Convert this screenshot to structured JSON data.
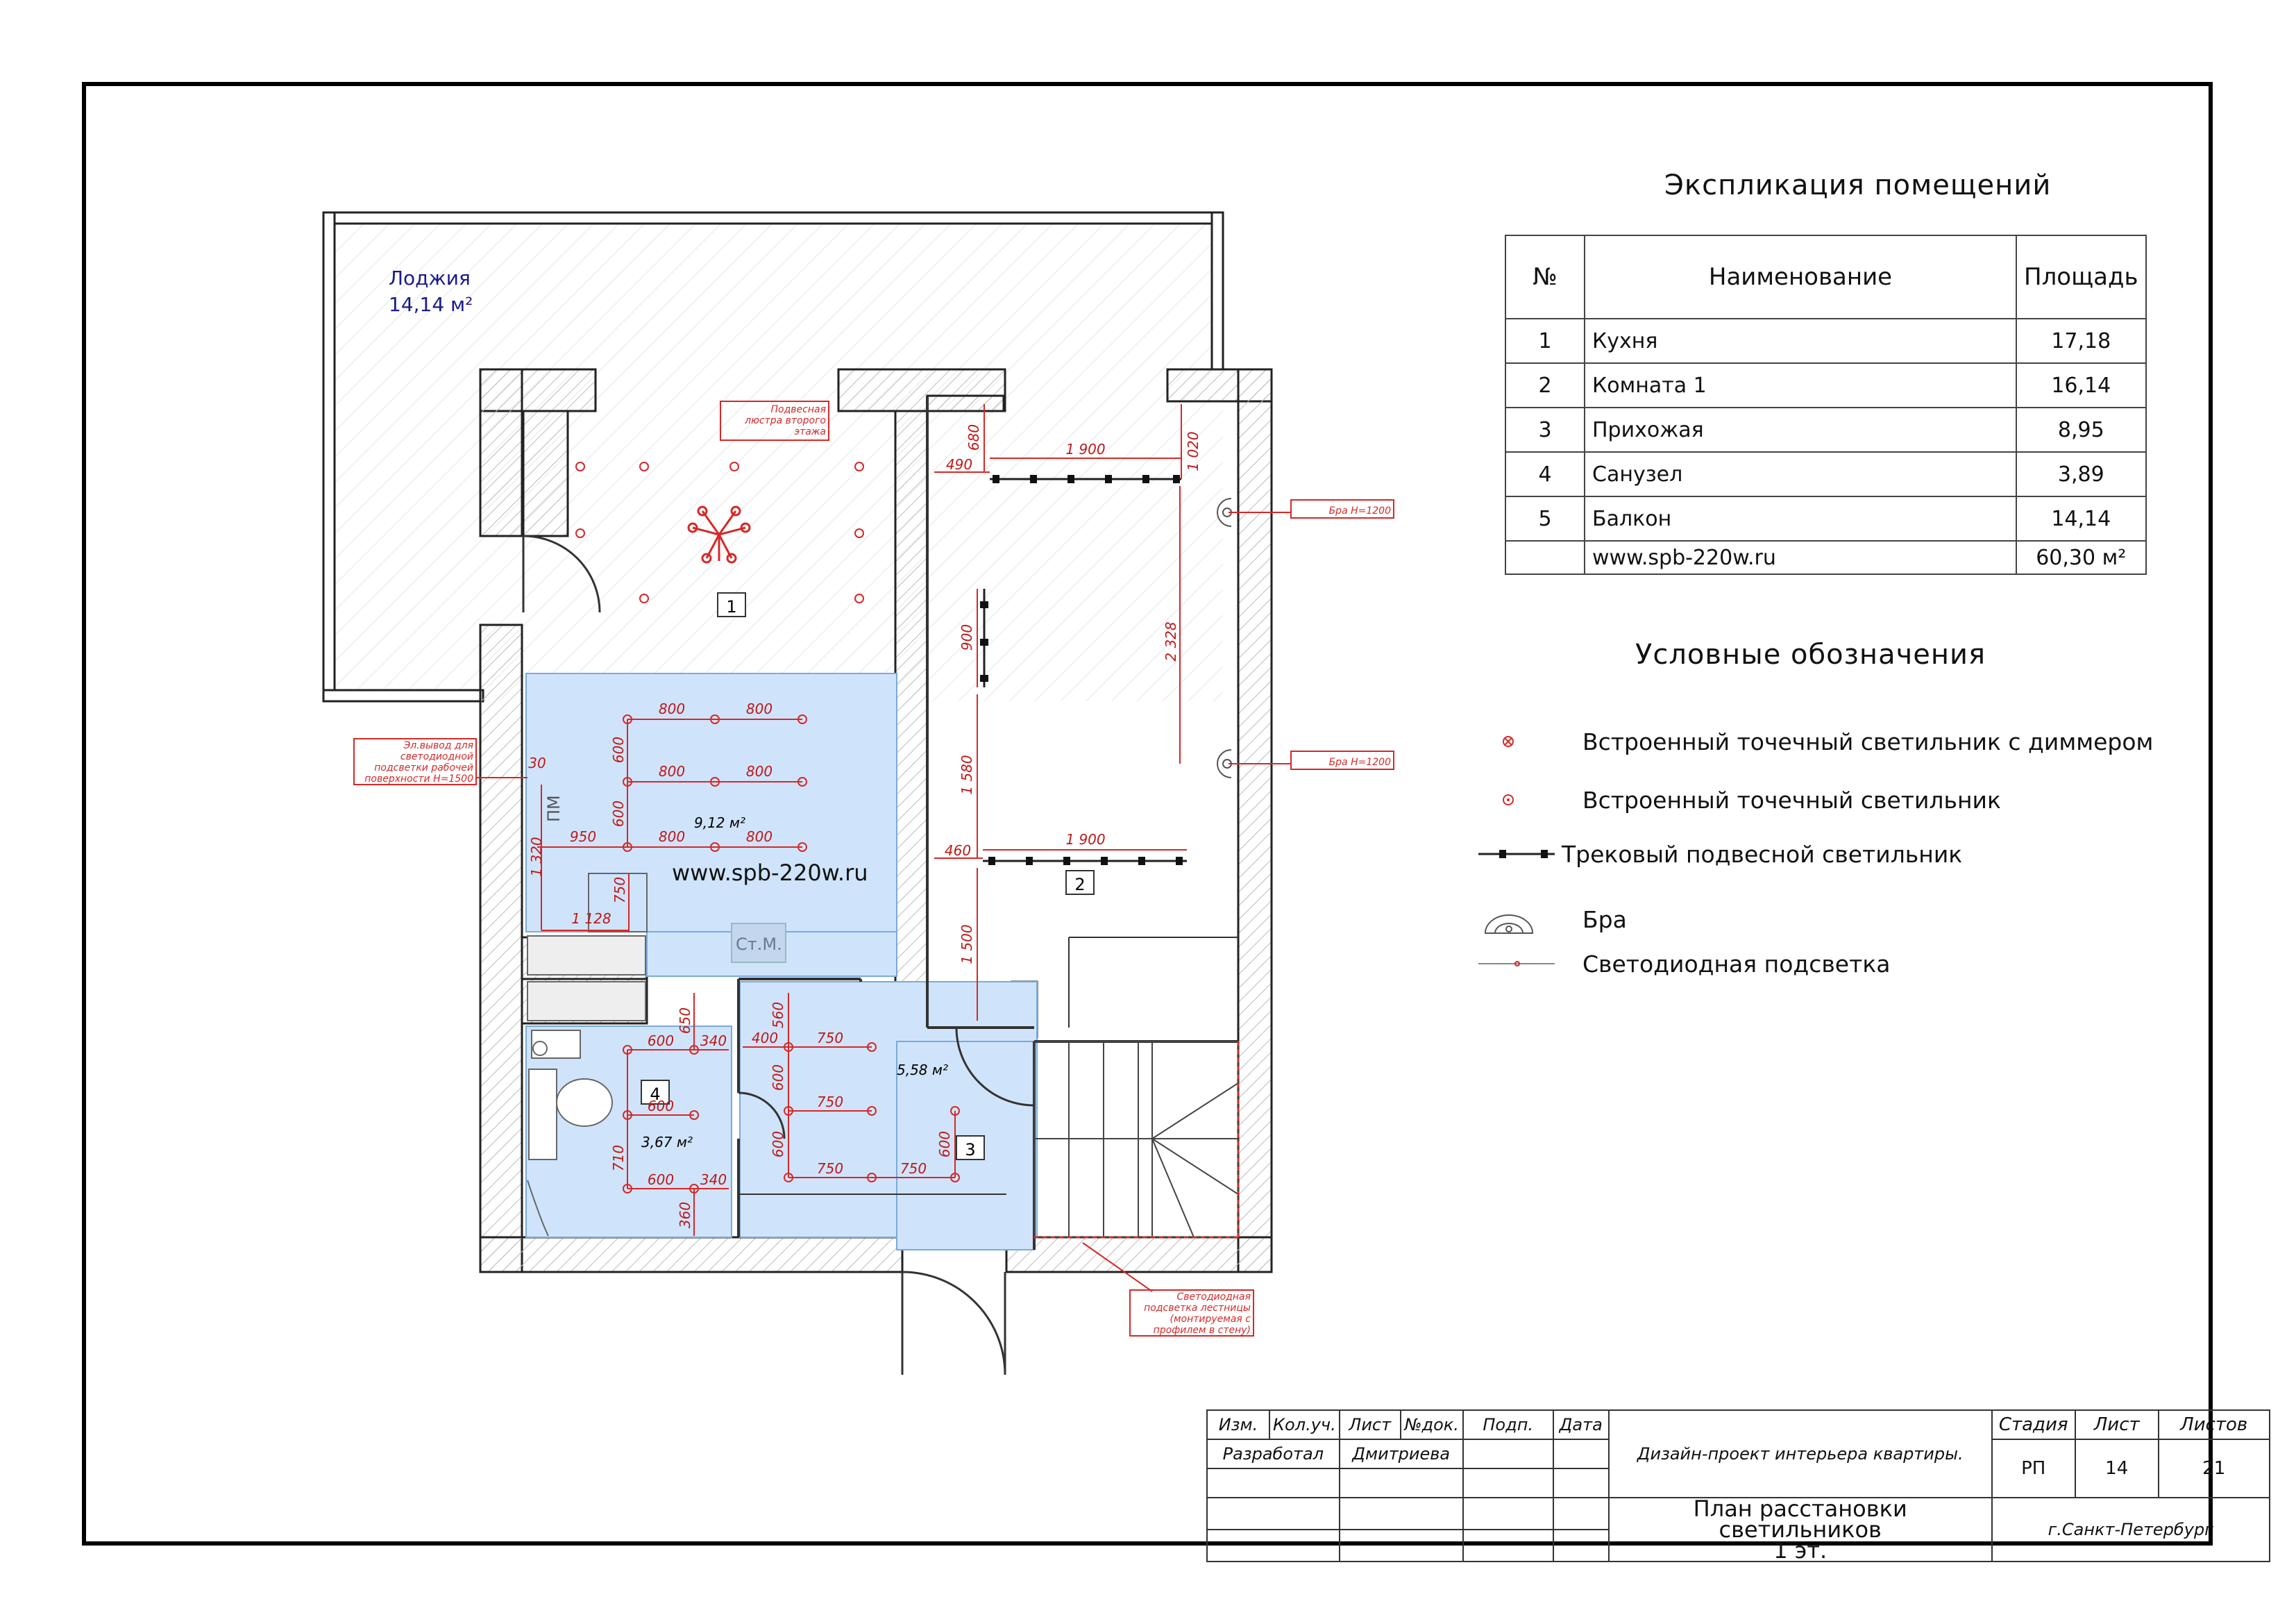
{
  "loggia": {
    "name": "Лоджия",
    "area": "14,14 м²"
  },
  "rooms": {
    "r1": "1",
    "r2": "2",
    "r3": "3",
    "r4": "4",
    "kitchen_area": "9,12 м²",
    "hall_area": "5,58 м²",
    "bath_area": "3,67 м²",
    "pm": "ПМ",
    "stm": "Ст.М.",
    "watermark": "www.spb-220w.ru"
  },
  "annotations": {
    "chandelier": [
      "Подвесная",
      "люстра второго",
      "этажа"
    ],
    "outlet": [
      "Эл.вывод для",
      "светодиодной",
      "подсветки рабочей",
      "поверхности Н=1500"
    ],
    "sconce1": "Бра Н=1200",
    "sconce2": "Бра Н=1200",
    "stairs_led": [
      "Светодиодная",
      "подсветка лестницы",
      "(монтируемая с",
      "профилем в стену)"
    ]
  },
  "dims": {
    "d800a": "800",
    "d800b": "800",
    "d800c": "800",
    "d800d": "800",
    "d800e": "800",
    "d800f": "800",
    "d600a": "600",
    "d600b": "600",
    "d950": "950",
    "d1320": "1 320",
    "d750k": "750",
    "d1128": "1 128",
    "d30": "30",
    "d680": "680",
    "d490": "490",
    "d1900a": "1 900",
    "d1020": "1 020",
    "d900": "900",
    "d2328": "2 328",
    "d1580": "1 580",
    "d460": "460",
    "d1900b": "1 900",
    "d1500": "1 500",
    "d650": "650",
    "d600c": "600",
    "d340a": "340",
    "d600d": "600",
    "d710": "710",
    "d600e": "600",
    "d340b": "340",
    "d360": "360",
    "d560": "560",
    "d400": "400",
    "d750a": "750",
    "d600f": "600",
    "d750b": "750",
    "d600g": "600",
    "d600h": "600",
    "d750c": "750",
    "d750d": "750"
  },
  "explication": {
    "title": "Экспликация помещений",
    "headers": {
      "num": "№",
      "name": "Наименование",
      "area": "Площадь"
    },
    "rows": [
      {
        "num": "1",
        "name": "Кухня",
        "area": "17,18"
      },
      {
        "num": "2",
        "name": "Комната 1",
        "area": "16,14"
      },
      {
        "num": "3",
        "name": "Прихожая",
        "area": "8,95"
      },
      {
        "num": "4",
        "name": "Санузел",
        "area": "3,89"
      },
      {
        "num": "5",
        "name": "Балкон",
        "area": "14,14"
      }
    ],
    "footer": {
      "site": "www.spb-220w.ru",
      "total": "60,30 м²"
    }
  },
  "legend": {
    "title": "Условные обозначения",
    "items": [
      "Встроенный точечный светильник с диммером",
      "Встроенный точечный светильник",
      "Трековый подвесной светильник",
      "Бра",
      "Светодиодная подсветка"
    ]
  },
  "stamp": {
    "h": {
      "izm": "Изм.",
      "kol": "Кол.уч.",
      "list": "Лист",
      "ndoc": "№док.",
      "podp": "Подп.",
      "data": "Дата"
    },
    "razrab": "Разработал",
    "author": "Дмитриева",
    "project": "Дизайн-проект интерьера квартиры.",
    "sheet_title_1": "План расстановки светильников",
    "sheet_title_2": "1 эт.",
    "city": "г.Санкт-Петербург",
    "stage_h": "Стадия",
    "list_h": "Лист",
    "lists_h": "Листов",
    "stage": "РП",
    "list": "14",
    "lists": "21"
  },
  "colors": {
    "accent": "#d62828",
    "room_fill": "#cfe4fb",
    "ink": "#1a1a8c"
  }
}
